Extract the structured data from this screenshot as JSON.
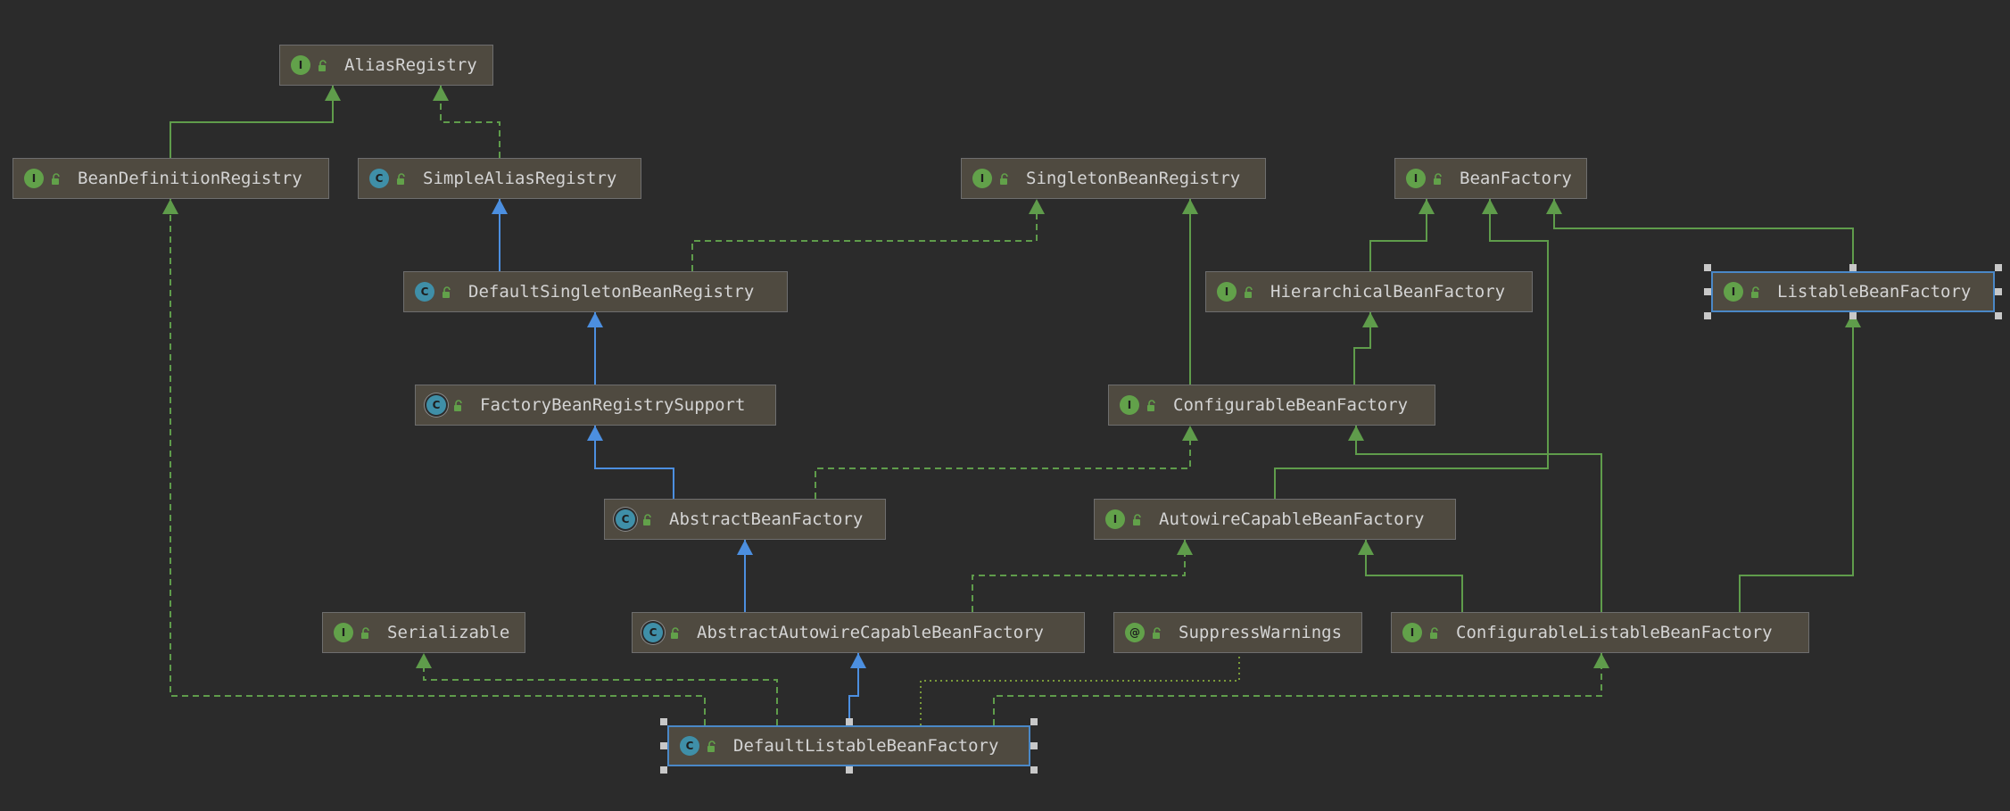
{
  "diagram": {
    "nodes": [
      {
        "id": "AliasRegistry",
        "label": "AliasRegistry",
        "kind": "interface",
        "badge": "I"
      },
      {
        "id": "BeanDefinitionRegistry",
        "label": "BeanDefinitionRegistry",
        "kind": "interface",
        "badge": "I"
      },
      {
        "id": "SimpleAliasRegistry",
        "label": "SimpleAliasRegistry",
        "kind": "class",
        "badge": "C"
      },
      {
        "id": "SingletonBeanRegistry",
        "label": "SingletonBeanRegistry",
        "kind": "interface",
        "badge": "I"
      },
      {
        "id": "BeanFactory",
        "label": "BeanFactory",
        "kind": "interface",
        "badge": "I"
      },
      {
        "id": "DefaultSingletonBeanRegistry",
        "label": "DefaultSingletonBeanRegistry",
        "kind": "class",
        "badge": "C"
      },
      {
        "id": "HierarchicalBeanFactory",
        "label": "HierarchicalBeanFactory",
        "kind": "interface",
        "badge": "I"
      },
      {
        "id": "ListableBeanFactory",
        "label": "ListableBeanFactory",
        "kind": "interface",
        "badge": "I",
        "selected": true
      },
      {
        "id": "FactoryBeanRegistrySupport",
        "label": "FactoryBeanRegistrySupport",
        "kind": "abstract",
        "badge": "C"
      },
      {
        "id": "ConfigurableBeanFactory",
        "label": "ConfigurableBeanFactory",
        "kind": "interface",
        "badge": "I"
      },
      {
        "id": "AbstractBeanFactory",
        "label": "AbstractBeanFactory",
        "kind": "abstract",
        "badge": "C"
      },
      {
        "id": "AutowireCapableBeanFactory",
        "label": "AutowireCapableBeanFactory",
        "kind": "interface",
        "badge": "I"
      },
      {
        "id": "Serializable",
        "label": "Serializable",
        "kind": "interface",
        "badge": "I"
      },
      {
        "id": "AbstractAutowireCapableBeanFactory",
        "label": "AbstractAutowireCapableBeanFactory",
        "kind": "abstract",
        "badge": "C"
      },
      {
        "id": "SuppressWarnings",
        "label": "SuppressWarnings",
        "kind": "annotation",
        "badge": "@"
      },
      {
        "id": "ConfigurableListableBeanFactory",
        "label": "ConfigurableListableBeanFactory",
        "kind": "interface",
        "badge": "I"
      },
      {
        "id": "DefaultListableBeanFactory",
        "label": "DefaultListableBeanFactory",
        "kind": "class",
        "badge": "C",
        "selected": true
      }
    ],
    "edges": [
      {
        "from": "BeanDefinitionRegistry",
        "to": "AliasRegistry",
        "relation": "extends-interface"
      },
      {
        "from": "SimpleAliasRegistry",
        "to": "AliasRegistry",
        "relation": "implements"
      },
      {
        "from": "DefaultSingletonBeanRegistry",
        "to": "SimpleAliasRegistry",
        "relation": "extends-class"
      },
      {
        "from": "DefaultSingletonBeanRegistry",
        "to": "SingletonBeanRegistry",
        "relation": "implements"
      },
      {
        "from": "FactoryBeanRegistrySupport",
        "to": "DefaultSingletonBeanRegistry",
        "relation": "extends-class"
      },
      {
        "from": "AbstractBeanFactory",
        "to": "FactoryBeanRegistrySupport",
        "relation": "extends-class"
      },
      {
        "from": "AbstractBeanFactory",
        "to": "ConfigurableBeanFactory",
        "relation": "implements"
      },
      {
        "from": "HierarchicalBeanFactory",
        "to": "BeanFactory",
        "relation": "extends-interface"
      },
      {
        "from": "ListableBeanFactory",
        "to": "BeanFactory",
        "relation": "extends-interface"
      },
      {
        "from": "ConfigurableBeanFactory",
        "to": "SingletonBeanRegistry",
        "relation": "extends-interface"
      },
      {
        "from": "ConfigurableBeanFactory",
        "to": "HierarchicalBeanFactory",
        "relation": "extends-interface"
      },
      {
        "from": "AutowireCapableBeanFactory",
        "to": "BeanFactory",
        "relation": "extends-interface"
      },
      {
        "from": "AbstractAutowireCapableBeanFactory",
        "to": "AbstractBeanFactory",
        "relation": "extends-class"
      },
      {
        "from": "AbstractAutowireCapableBeanFactory",
        "to": "AutowireCapableBeanFactory",
        "relation": "implements"
      },
      {
        "from": "ConfigurableListableBeanFactory",
        "to": "AutowireCapableBeanFactory",
        "relation": "extends-interface"
      },
      {
        "from": "ConfigurableListableBeanFactory",
        "to": "ConfigurableBeanFactory",
        "relation": "extends-interface"
      },
      {
        "from": "ConfigurableListableBeanFactory",
        "to": "ListableBeanFactory",
        "relation": "extends-interface"
      },
      {
        "from": "DefaultListableBeanFactory",
        "to": "AbstractAutowireCapableBeanFactory",
        "relation": "extends-class"
      },
      {
        "from": "DefaultListableBeanFactory",
        "to": "ConfigurableListableBeanFactory",
        "relation": "implements"
      },
      {
        "from": "DefaultListableBeanFactory",
        "to": "BeanDefinitionRegistry",
        "relation": "implements"
      },
      {
        "from": "DefaultListableBeanFactory",
        "to": "Serializable",
        "relation": "implements"
      },
      {
        "from": "DefaultListableBeanFactory",
        "to": "SuppressWarnings",
        "relation": "annotated-with"
      }
    ]
  },
  "colors": {
    "background": "#2b2b2b",
    "node_fill": "#4f4a40",
    "node_border": "#6e6e6e",
    "selected_border": "#4a88c7",
    "interface_edge": "#5f9c4b",
    "class_edge": "#4c8fe0",
    "annotation_edge": "#7a9a3a"
  }
}
